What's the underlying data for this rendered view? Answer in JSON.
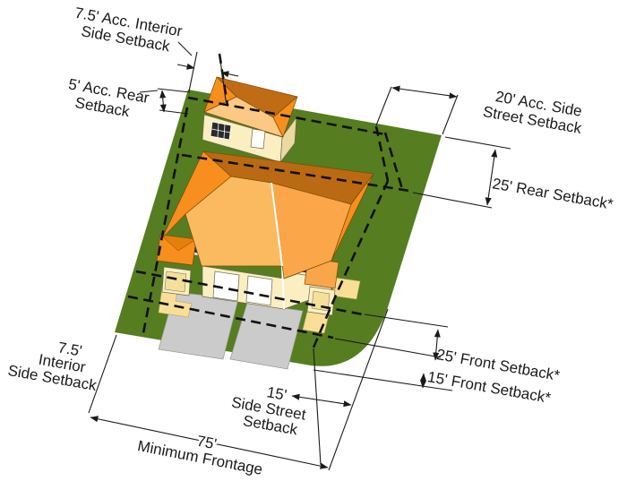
{
  "diagram": {
    "type": "zoning-setback-diagram",
    "subject": "corner-lot duplex with accessory building",
    "colors": {
      "lot_green": "#567D20",
      "roof_orange": "#F78E1E",
      "roof_light": "#FBBA5F",
      "roof_dark": "#BA6A12",
      "wall_cream": "#FBEFC2",
      "driveway_gray": "#CBCBCB",
      "walkway_yellow": "#F8DF95",
      "line_black": "#1a1a1a"
    },
    "setbacks": [
      {
        "name": "Accessory Interior Side Setback",
        "value_ft": 7.5
      },
      {
        "name": "Accessory Rear Setback",
        "value_ft": 5
      },
      {
        "name": "Accessory Side Street Setback",
        "value_ft": 20
      },
      {
        "name": "Rear Setback",
        "value_ft": 25,
        "footnote": "*"
      },
      {
        "name": "Interior Side Setback",
        "value_ft": 7.5
      },
      {
        "name": "Side Street Setback",
        "value_ft": 15
      },
      {
        "name": "Front Setback",
        "value_ft": 25,
        "footnote": "*"
      },
      {
        "name": "Front Setback",
        "value_ft": 15,
        "footnote": "*"
      },
      {
        "name": "Minimum Frontage",
        "value_ft": 75
      }
    ]
  },
  "labels": {
    "acc_interior_side": {
      "line1": "7.5' Acc. Interior",
      "line2": "Side Setback"
    },
    "acc_rear": {
      "line1": "5' Acc. Rear",
      "line2": "Setback"
    },
    "acc_side_street": {
      "line1": "20' Acc. Side",
      "line2": "Street Setback"
    },
    "rear": {
      "line1": "25' Rear Setback*"
    },
    "front25": {
      "line1": "25' Front Setback*"
    },
    "front15": {
      "line1": "15' Front Setback*"
    },
    "interior_side": {
      "line1": "7.5'",
      "line2": "Interior",
      "line3": "Side Setback"
    },
    "side_street": {
      "line1": "15'",
      "line2": "Side Street",
      "line3": "Setback"
    },
    "frontage": {
      "line1": "75'",
      "line2": "Minimum Frontage"
    }
  }
}
